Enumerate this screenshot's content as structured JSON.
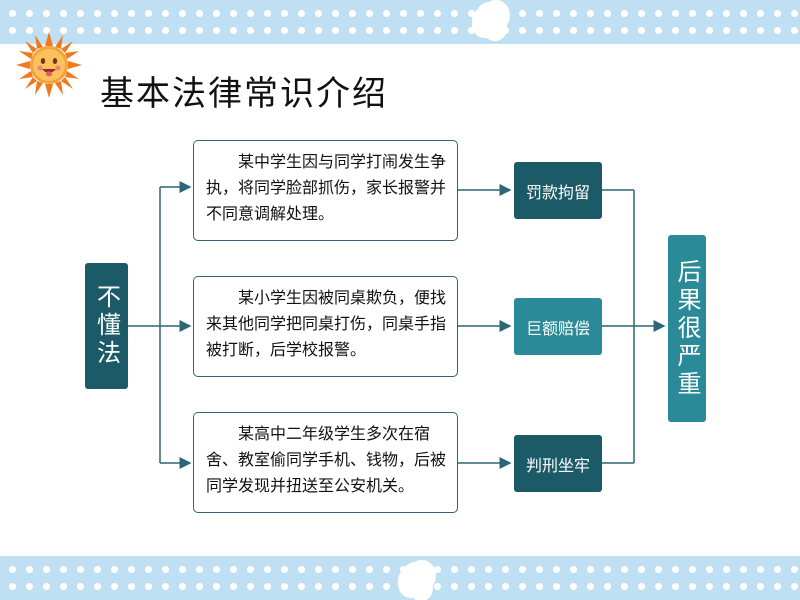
{
  "title": "基本法律常识介绍",
  "source": "不懂法",
  "outcome": "后果很严重",
  "cases": [
    {
      "text": "某中学生因与同学打闹发生争执，将同学脸部抓伤，家长报警并不同意调解处理。",
      "penalty": "罚款拘留"
    },
    {
      "text": "某小学生因被同桌欺负，便找来其他同学把同桌打伤，同桌手指被打断，后学校报警。",
      "penalty": "巨额赔偿"
    },
    {
      "text": "某高中二年级学生多次在宿舍、教室偷同学手机、钱物，后被同学发现并扭送至公安机关。",
      "penalty": "判刑坐牢"
    }
  ],
  "colors": {
    "band": "#bfe0f3",
    "dark_box": "#1b5a66",
    "teal_box": "#2a8a98",
    "border": "#2d6675"
  },
  "icons": [
    "sun-mascot-icon"
  ]
}
